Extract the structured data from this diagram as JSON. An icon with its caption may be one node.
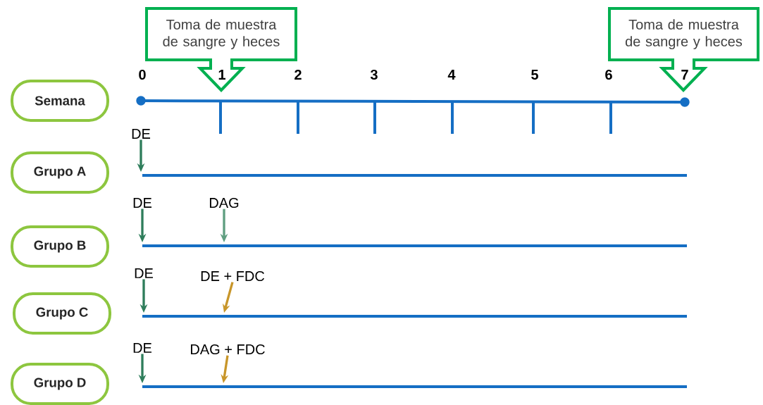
{
  "diagram": {
    "nodes": [
      {
        "text": [
          "Semana"
        ]
      },
      {
        "text": [
          "Grupo A"
        ]
      },
      {
        "text": [
          "Grupo B"
        ]
      },
      {
        "text": [
          "Grupo C"
        ]
      },
      {
        "text": [
          "Grupo D"
        ]
      },
      {
        "text": [
          "Toma de muestra de sangre y heces"
        ]
      },
      {
        "text": [
          "Toma de muestra de sangre y heces"
        ]
      },
      {
        "text": [
          "DE"
        ]
      },
      {
        "text": [
          "DE"
        ]
      },
      {
        "text": [
          "DAG"
        ]
      },
      {
        "text": [
          "DE"
        ]
      },
      {
        "text": [
          "DE + FDC"
        ]
      },
      {
        "text": [
          "DE"
        ]
      },
      {
        "text": [
          "DAG + FDC"
        ]
      }
    ],
    "edges": [
      {
        "from": 7,
        "to": null,
        "arrow": "to"
      },
      {
        "from": 8,
        "to": null,
        "arrow": "to"
      },
      {
        "from": 9,
        "to": null,
        "arrow": "to",
        "color": "#5f9e80"
      },
      {
        "from": 10,
        "to": null,
        "arrow": "to"
      },
      {
        "from": 11,
        "to": null,
        "arrow": "to",
        "color": "#c8962a"
      },
      {
        "from": 12,
        "to": null,
        "arrow": "to"
      },
      {
        "from": 13,
        "to": null,
        "arrow": "to",
        "color": "#c8962a"
      }
    ],
    "labels": [
      "0",
      "1",
      "2",
      "3",
      "4",
      "5",
      "6",
      "7"
    ]
  }
}
